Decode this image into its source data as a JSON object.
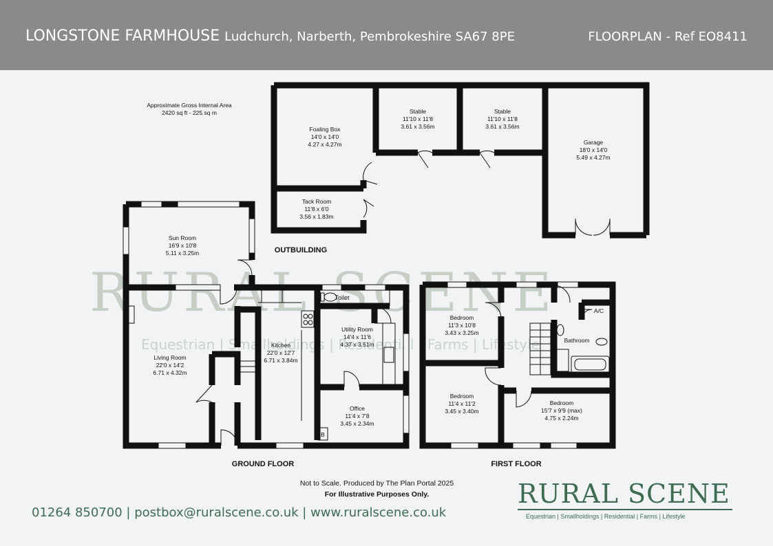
{
  "header": {
    "property_name": "LONGSTONE FARMHOUSE",
    "address": "Ludchurch, Narberth, Pembrokeshire SA67 8PE",
    "ref": "FLOORPLAN - Ref EO8411",
    "background": "#8a8a8a"
  },
  "area": {
    "title": "Approximate Gross Internal Area",
    "value": "2420 sq ft - 225 sq m"
  },
  "outbuilding": {
    "label": "OUTBUILDING",
    "rooms": [
      {
        "name": "Foaling Box",
        "imperial": "14'0 x 14'0",
        "metric": "4.27 x 4.27m"
      },
      {
        "name": "Stable",
        "imperial": "11'10 x 11'8",
        "metric": "3.61 x 3.56m"
      },
      {
        "name": "Stable",
        "imperial": "11'10 x 11'8",
        "metric": "3.61 x 3.56m"
      },
      {
        "name": "Garage",
        "imperial": "18'0 x 14'0",
        "metric": "5.49 x 4.27m"
      },
      {
        "name": "Tack Room",
        "imperial": "11'8 x 6'0",
        "metric": "3.56 x 1.83m"
      }
    ]
  },
  "ground_floor": {
    "label": "GROUND FLOOR",
    "rooms": [
      {
        "name": "Sun Room",
        "imperial": "16'9 x 10'8",
        "metric": "5.11 x 3.25m"
      },
      {
        "name": "Living Room",
        "imperial": "22'0 x 14'2",
        "metric": "6.71 x 4.32m"
      },
      {
        "name": "Kitchen",
        "imperial": "22'0 x 12'7",
        "metric": "6.71 x 3.84m"
      },
      {
        "name": "Utility Room",
        "imperial": "14'4 x 11'6",
        "metric": "4.37 x 3.51m"
      },
      {
        "name": "Office",
        "imperial": "11'4 x 7'8",
        "metric": "3.45 x 2.34m"
      }
    ],
    "toilet": "Toilet",
    "boiler": "B"
  },
  "first_floor": {
    "label": "FIRST FLOOR",
    "rooms": [
      {
        "name": "Bedroom",
        "imperial": "11'3 x 10'8",
        "metric": "3.43 x 3.25m"
      },
      {
        "name": "Bedroom",
        "imperial": "11'4 x 11'2",
        "metric": "3.45 x 3.40m"
      },
      {
        "name": "Bedroom",
        "imperial": "15'7 x 9'9 (max)",
        "metric": "4.75 x 2.24m"
      }
    ],
    "bathroom": "Bathroom",
    "ac": "A/C"
  },
  "watermark": {
    "name": "RURAL SCENE",
    "tagline": "Equestrian | Smallholdings | Residential | Farms | Lifestyle"
  },
  "notes": {
    "scale": "Not to Scale. Produced by The Plan Portal 2025",
    "illustrative": "For Illustrative Purposes Only."
  },
  "footer": {
    "contact": "01264 850700 | postbox@ruralscene.co.uk | www.ruralscene.co.uk",
    "logo_name": "RURAL SCENE",
    "logo_tagline": "Equestrian | Smallholdings | Residential | Farms | Lifestyle",
    "brand_color": "#3e6b52"
  }
}
